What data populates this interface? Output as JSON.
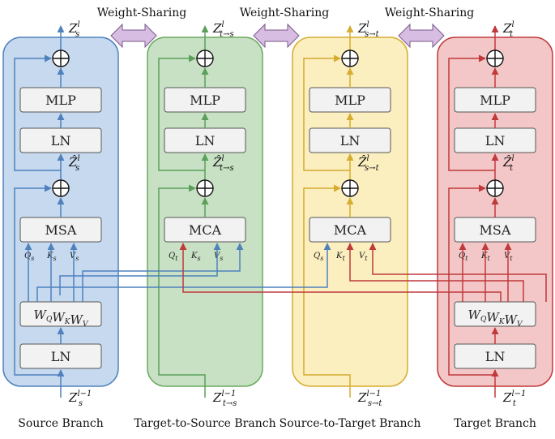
{
  "weight_sharing_label": "Weight-Sharing",
  "colors": {
    "source": "#4f81bd",
    "green": "#5aa05a",
    "yellow": "#d6ac2f",
    "red": "#c0393b",
    "box_fill": "#f2f2f2",
    "arrow_fill": "#d7bde2"
  },
  "branches": [
    {
      "id": "source",
      "name": "Source Branch",
      "attn": "MSA",
      "has_wqkv": true,
      "top_label": {
        "main": "Z",
        "sub": "s",
        "sup": "l"
      },
      "mid_label": {
        "main": "Ẑ",
        "sub": "s",
        "sup": "l"
      },
      "bottom_label": {
        "main": "Z",
        "sub": "s",
        "sup": "l−1"
      },
      "qkv": [
        "Q",
        "s",
        "K",
        "s",
        "V",
        "s"
      ]
    },
    {
      "id": "t2s",
      "name": "Target-to-Source Branch",
      "attn": "MCA",
      "has_wqkv": false,
      "top_label": {
        "main": "Z",
        "sub": "t→s",
        "sup": "l"
      },
      "mid_label": {
        "main": "Ẑ",
        "sub": "t→s",
        "sup": "l"
      },
      "bottom_label": {
        "main": "Z",
        "sub": "t→s",
        "sup": "l−1"
      },
      "qkv": [
        "Q",
        "t",
        "K",
        "s",
        "V",
        "s"
      ]
    },
    {
      "id": "s2t",
      "name": "Source-to-Target Branch",
      "attn": "MCA",
      "has_wqkv": false,
      "top_label": {
        "main": "Z",
        "sub": "s→t",
        "sup": "l"
      },
      "mid_label": {
        "main": "Ẑ",
        "sub": "s→t",
        "sup": "l"
      },
      "bottom_label": {
        "main": "Z",
        "sub": "s→t",
        "sup": "l−1"
      },
      "qkv": [
        "Q",
        "s",
        "K",
        "t",
        "V",
        "t"
      ]
    },
    {
      "id": "target",
      "name": "Target Branch",
      "attn": "MSA",
      "has_wqkv": true,
      "top_label": {
        "main": "Z",
        "sub": "t",
        "sup": "l"
      },
      "mid_label": {
        "main": "Ẑ",
        "sub": "t",
        "sup": "l"
      },
      "bottom_label": {
        "main": "Z",
        "sub": "t",
        "sup": "l−1"
      },
      "qkv": [
        "Q",
        "t",
        "K",
        "t",
        "V",
        "t"
      ]
    }
  ],
  "boxes": {
    "mlp": "MLP",
    "ln": "LN",
    "wqkv": "W_Q W_K W_V"
  },
  "plus_symbol": "⊕"
}
